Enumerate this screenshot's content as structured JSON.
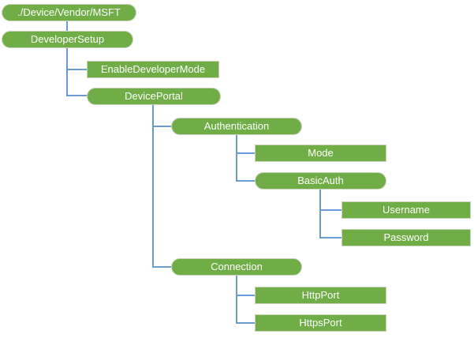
{
  "diagram": {
    "type": "tree",
    "colors": {
      "node_fill": "#70AD47",
      "node_border": "#C9D4BC",
      "node_text": "#FFFFFF",
      "connector": "#6B9BD2",
      "background": "#FFFFFF"
    },
    "nodes": [
      {
        "label": "./Device/Vendor/MSFT",
        "shape": "pill",
        "parent": null
      },
      {
        "label": "DeveloperSetup",
        "shape": "pill",
        "parent": "./Device/Vendor/MSFT"
      },
      {
        "label": "EnableDeveloperMode",
        "shape": "rect",
        "parent": "DeveloperSetup"
      },
      {
        "label": "DevicePortal",
        "shape": "pill",
        "parent": "DeveloperSetup"
      },
      {
        "label": "Authentication",
        "shape": "pill",
        "parent": "DevicePortal"
      },
      {
        "label": "Mode",
        "shape": "rect",
        "parent": "Authentication"
      },
      {
        "label": "BasicAuth",
        "shape": "pill",
        "parent": "Authentication"
      },
      {
        "label": "Username",
        "shape": "rect",
        "parent": "BasicAuth"
      },
      {
        "label": "Password",
        "shape": "rect",
        "parent": "BasicAuth"
      },
      {
        "label": "Connection",
        "shape": "pill",
        "parent": "DevicePortal"
      },
      {
        "label": "HttpPort",
        "shape": "rect",
        "parent": "Connection"
      },
      {
        "label": "HttpsPort",
        "shape": "rect",
        "parent": "Connection"
      }
    ]
  }
}
